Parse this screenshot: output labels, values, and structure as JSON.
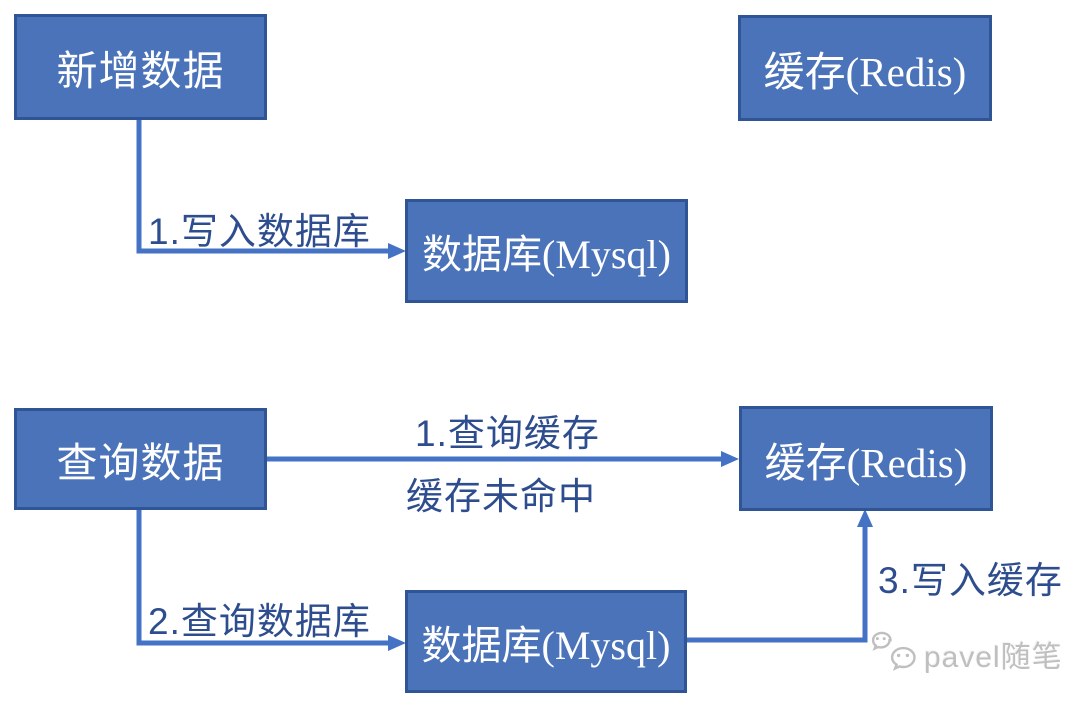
{
  "colors": {
    "node_fill": "#4a73b9",
    "node_border": "#2f5597",
    "connector": "#4472c4",
    "edge_label": "#2e4d8e",
    "watermark": "#bfbfbf"
  },
  "diagram": {
    "type": "flowchart",
    "nodes": {
      "add_data": {
        "label": "新增数据"
      },
      "cache_redis_top": {
        "label": "缓存(Redis)"
      },
      "db_mysql_top": {
        "label": "数据库(Mysql)"
      },
      "query_data": {
        "label": "查询数据"
      },
      "cache_redis_bot": {
        "label": "缓存(Redis)"
      },
      "db_mysql_bot": {
        "label": "数据库(Mysql)"
      }
    },
    "edges": {
      "write_db": {
        "from": "新增数据",
        "to": "数据库(Mysql)",
        "label": "1.写入数据库"
      },
      "query_cache": {
        "from": "查询数据",
        "to": "缓存(Redis)",
        "label_line1": "1.查询缓存",
        "label_line2": "缓存未命中"
      },
      "query_db": {
        "from": "查询数据",
        "to": "数据库(Mysql)",
        "label": "2.查询数据库"
      },
      "write_cache": {
        "from": "数据库(Mysql)",
        "to": "缓存(Redis)",
        "label": "3.写入缓存"
      }
    }
  },
  "watermark": {
    "text": "pavel随笔"
  }
}
